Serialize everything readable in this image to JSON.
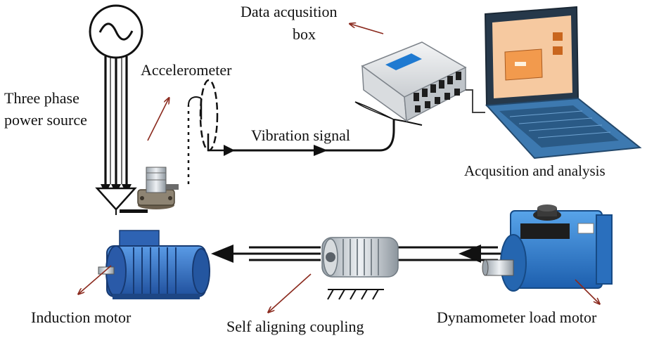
{
  "labels": {
    "power_source_line1": "Three phase",
    "power_source_line2": "power source",
    "accelerometer": "Accelerometer",
    "daq_line1": "Data acqusition",
    "daq_line2": "box",
    "vibration_signal": "Vibration signal",
    "acquisition_analysis": "Acqusition and analysis",
    "induction_motor": "Induction motor",
    "coupling": "Self aligning coupling",
    "dynamometer": "Dynamometer load motor"
  },
  "colors": {
    "pointer_arrow": "#8b2a1e",
    "motor_blue": "#2f6fc4",
    "dyno_blue": "#2a78c8",
    "laptop_frame": "#3a6f9c",
    "screen": "#f6c9a0"
  }
}
